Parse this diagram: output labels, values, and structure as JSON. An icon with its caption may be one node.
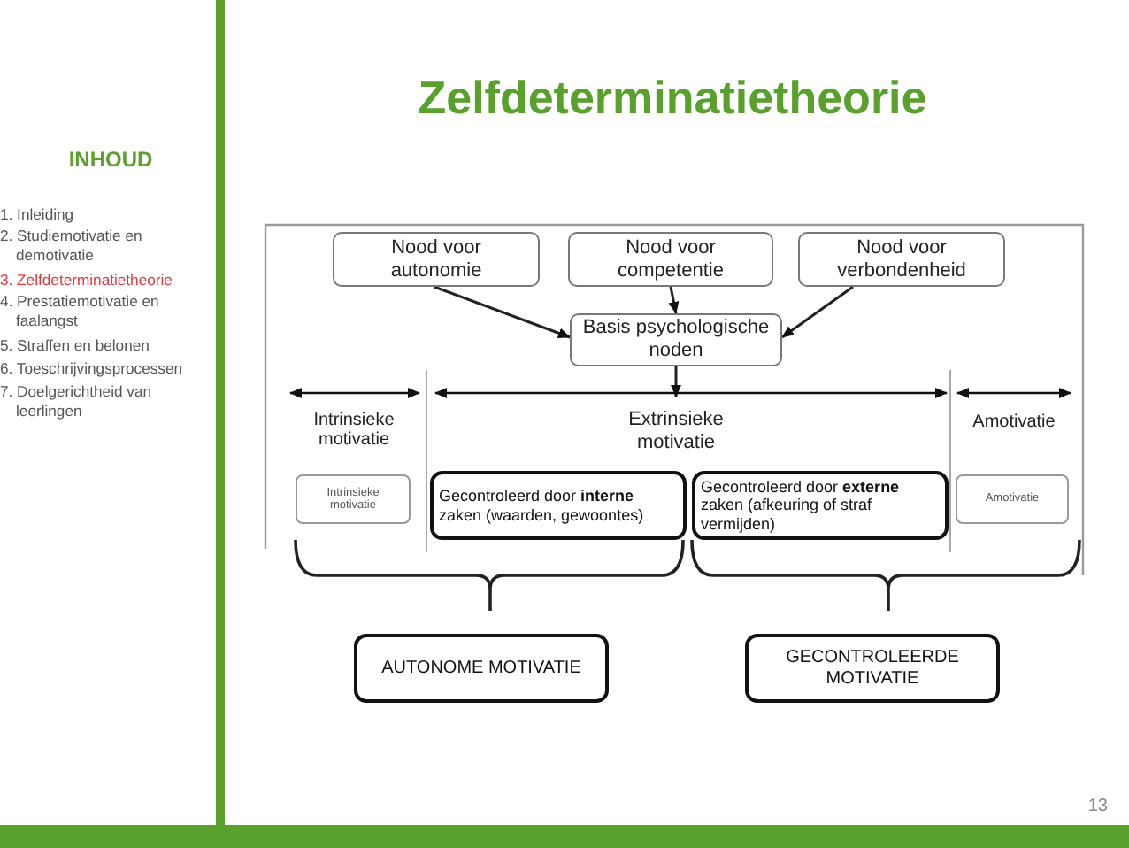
{
  "diagram": {
    "title": "Zelfdeterminatietheorie",
    "nodes": [
      {
        "text": [
          "Nood voor autonomie"
        ]
      },
      {
        "text": [
          "Nood voor competentie"
        ]
      },
      {
        "text": [
          "Nood voor verbondenheid"
        ]
      },
      {
        "text": [
          "Basis psychologische noden"
        ]
      },
      {
        "text": [
          "Intrinsieke motivatie"
        ]
      },
      {
        "text": [
          "Gecontroleerd door **interne** zaken (waarden, gewoontes)"
        ]
      },
      {
        "text": [
          "Gecontroleerd door **externe** zaken (afkeuring of straf vermijden)"
        ]
      },
      {
        "text": [
          "Amotivatie"
        ]
      },
      {
        "text": [
          "AUTONOME MOTIVATIE"
        ]
      },
      {
        "text": [
          "GECONTROLEERDE MOTIVATIE"
        ]
      },
      {
        "text": [
          "Extrinsieke motivatie"
        ]
      }
    ],
    "edges": [
      {
        "from": 0,
        "to": 3,
        "arrow": "to"
      },
      {
        "from": 1,
        "to": 3,
        "arrow": "to"
      },
      {
        "from": 2,
        "to": 3,
        "arrow": "to"
      },
      {
        "from": 3,
        "to": 10,
        "arrow": "to"
      }
    ],
    "labels": [
      "INHOUD",
      "1. Inleiding",
      "2. Studiemotivatie en demotivatie",
      "3. Zelfdeterminatietheorie",
      "4. Prestatiemotivatie en faalangst",
      "5. Straffen en belonen",
      "6. Toeschrijvingsprocessen",
      "7. Doelgerichtheid van leerlingen",
      "Intrinsieke motivatie",
      "Amotivatie",
      "13"
    ]
  }
}
